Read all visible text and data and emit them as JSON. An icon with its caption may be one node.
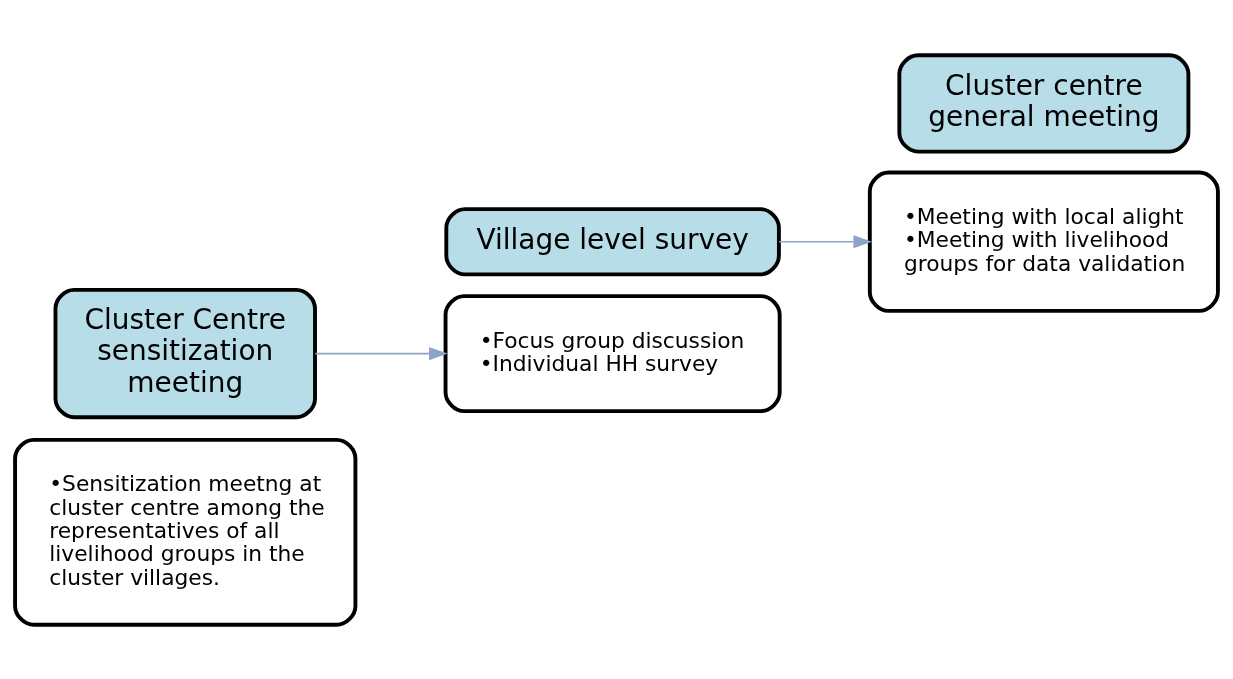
{
  "diagram": {
    "nodes": [
      {
        "text": [
          "•Sensitization meetng at cluster centre among the representatives of all livelihood groups in the cluster villages."
        ]
      },
      {
        "text": [
          "Cluster Centre sensitization meeting"
        ]
      },
      {
        "text": [
          "•Focus group discussion",
          "•Individual HH survey"
        ]
      },
      {
        "text": [
          "Village level survey"
        ]
      },
      {
        "text": [
          "•Meeting with local alight",
          "•Meeting with livelihood groups for data validation"
        ]
      },
      {
        "text": [
          "Cluster centre general meeting"
        ]
      }
    ],
    "edges": [
      {
        "from": 1,
        "to": 2,
        "arrow": "to"
      },
      {
        "from": 3,
        "to": 4,
        "arrow": "to"
      }
    ]
  }
}
